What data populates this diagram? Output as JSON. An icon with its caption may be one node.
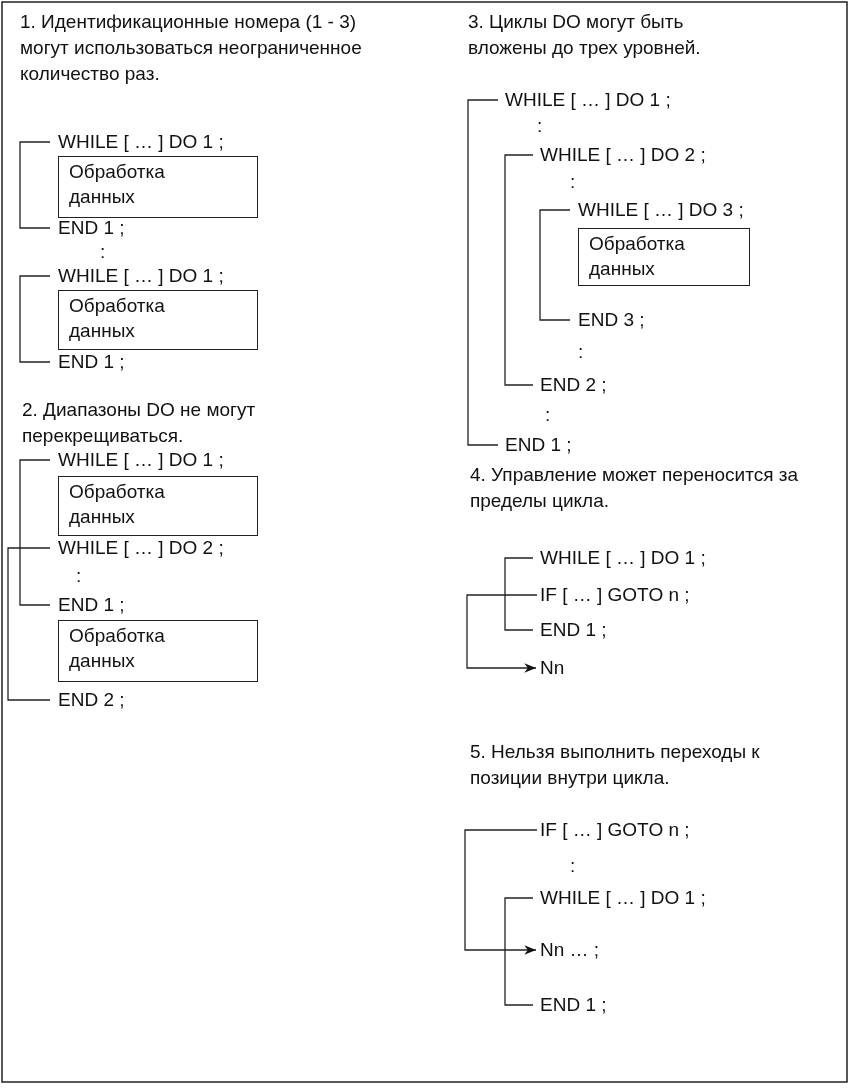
{
  "diagram": {
    "nodes": [
      {
        "text": [
          "Обработка данных"
        ]
      },
      {
        "text": [
          "Обработка данных"
        ]
      },
      {
        "text": [
          "Обработка данных"
        ]
      },
      {
        "text": [
          "Обработка данных"
        ]
      },
      {
        "text": [
          "Обработка данных"
        ]
      },
      {
        "text": [
          "IF [ … ] GOTO n ;"
        ]
      },
      {
        "text": [
          "Nn"
        ]
      },
      {
        "text": [
          "IF [ … ] GOTO n ;"
        ]
      },
      {
        "text": [
          "Nn … ;"
        ]
      }
    ],
    "edges": [
      {
        "from": 5,
        "to": 6,
        "arrow": "to"
      },
      {
        "from": 7,
        "to": 8,
        "arrow": "to"
      }
    ],
    "labels": [
      "1. Идентификационные номера (1 - 3) могут использоваться неограниченное количество раз.",
      "WHILE [ … ] DO 1 ;",
      "END 1 ;",
      ":",
      "WHILE [ … ] DO 1 ;",
      "END 1 ;",
      "2. Диапазоны DO не могут перекрещиваться.",
      "WHILE [ … ] DO 1 ;",
      "WHILE [ … ] DO 2 ;",
      ":",
      "END 1 ;",
      "END 2 ;",
      "3. Циклы DO могут быть вложены до трех уровней.",
      "WHILE [ … ] DO 1 ;",
      ":",
      "WHILE [ … ] DO 2 ;",
      ":",
      "WHILE [ … ] DO 3 ;",
      "END 3 ;",
      ":",
      "END 2 ;",
      ":",
      "END 1 ;",
      "4. Управление может переносится за пределы цикла.",
      "WHILE [ … ] DO 1 ;",
      "END 1 ;",
      "5. Нельзя выполнить переходы к позиции внутри цикла.",
      ":",
      "WHILE [ … ] DO 1 ;",
      "END 1 ;"
    ]
  }
}
